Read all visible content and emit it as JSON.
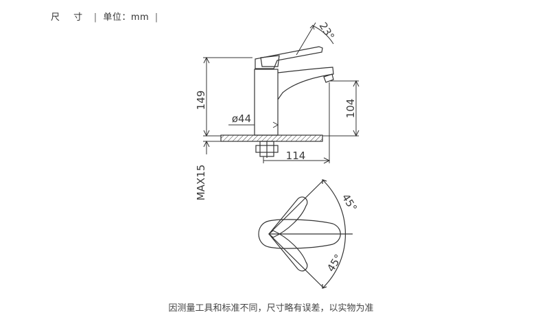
{
  "header": {
    "title": "尺 寸",
    "separator_left": "|",
    "unit_label": "单位：mm",
    "separator_right": "|"
  },
  "dimensions": {
    "lever_angle": "23°",
    "height_total": "149",
    "spout_height": "104",
    "base_diameter": "ø44",
    "max_deck": "MAX15",
    "spout_reach": "114",
    "swing_upper": "45°",
    "swing_lower": "45°"
  },
  "footer": {
    "note": "因测量工具和标准不同，尺寸略有误差，以实物为准"
  },
  "colors": {
    "line": "#333333",
    "text": "#3a3a3a",
    "background": "#ffffff"
  }
}
